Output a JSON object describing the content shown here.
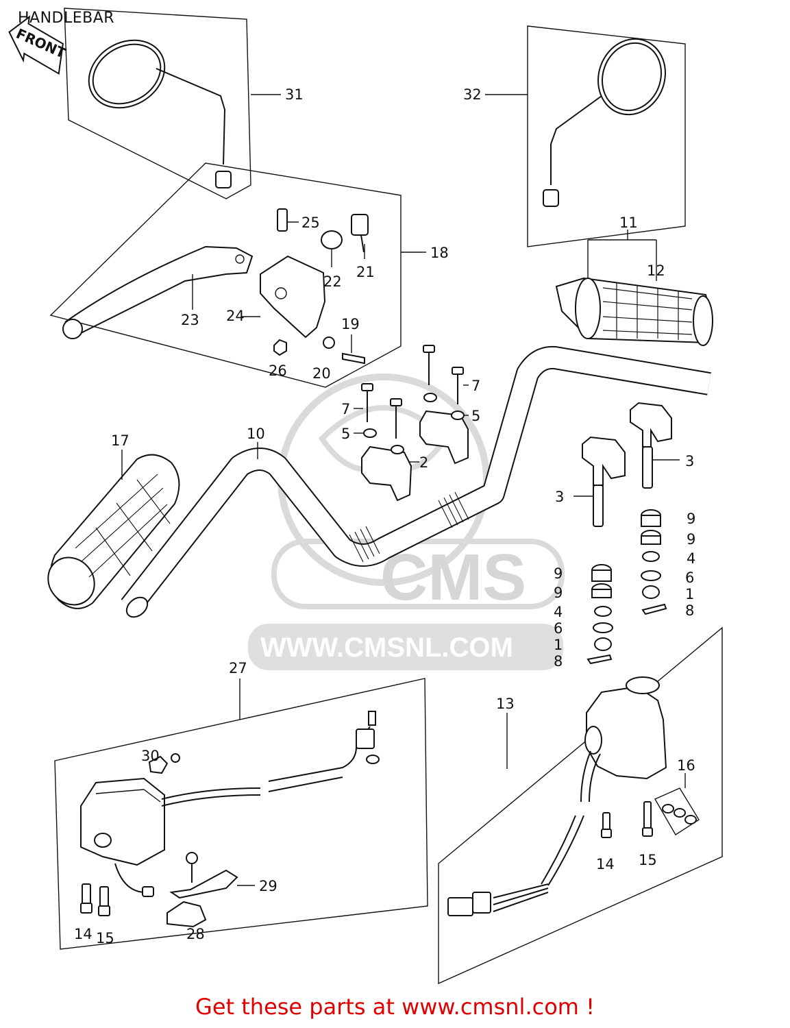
{
  "title": "HANDLEBAR",
  "front_arrow_label": "FRONT",
  "footer": "Get these parts at www.cmsnl.com !",
  "watermark": {
    "logo": "CMS",
    "url": "WWW.CMSNL.COM",
    "color": "#cfcfcf"
  },
  "colors": {
    "ink": "#111111",
    "footer_red": "#e00000"
  },
  "callouts": {
    "c31": "31",
    "c32": "32",
    "c25": "25",
    "c22": "22",
    "c21": "21",
    "c18": "18",
    "c23": "23",
    "c24": "24",
    "c19": "19",
    "c26": "26",
    "c20": "20",
    "c11": "11",
    "c12": "12",
    "c7a": "7",
    "c5a": "5",
    "c7b": "7",
    "c5b": "5",
    "c2": "2",
    "c10": "10",
    "c17": "17",
    "c3a": "3",
    "c3b": "3",
    "c9a": "9",
    "c9b": "9",
    "c4a": "4",
    "c6a": "6",
    "c1a": "1",
    "c8a": "8",
    "c9c": "9",
    "c9d": "9",
    "c4b": "4",
    "c6b": "6",
    "c1b": "1",
    "c8b": "8",
    "c27": "27",
    "c30": "30",
    "c29": "29",
    "c28": "28",
    "c14a": "14",
    "c15a": "15",
    "c13": "13",
    "c16": "16",
    "c14b": "14",
    "c15b": "15"
  }
}
